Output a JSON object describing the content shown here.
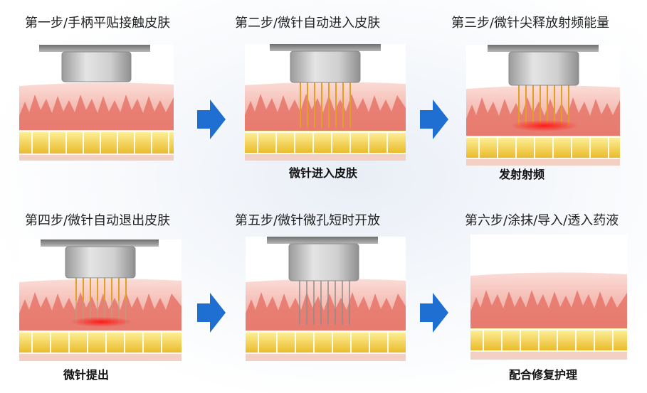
{
  "steps": [
    {
      "title": "第一步/手柄平贴接触皮肤",
      "caption": ""
    },
    {
      "title": "第二步/微针自动进入皮肤",
      "caption": "微针进入皮肤"
    },
    {
      "title": "第三步/微针尖释放射频能量",
      "caption": "发射射频"
    },
    {
      "title": "第四步/微针自动退出皮肤",
      "caption": "微针提出"
    },
    {
      "title": "第五步/微针微孔短时开放",
      "caption": ""
    },
    {
      "title": "第六步/涂抹/导入/透入药液",
      "caption": "配合修复护理"
    }
  ],
  "colors": {
    "arrow": "#1f6fd2",
    "needle": "#e0a020",
    "rf_glow": "#e8202a",
    "fat": "#f2cf3a",
    "skin_top": "#f7c9c2",
    "skin_dermis": "#e9847a"
  },
  "icons": {
    "arrow": "right-arrow-icon",
    "handpiece": "handpiece-icon"
  }
}
